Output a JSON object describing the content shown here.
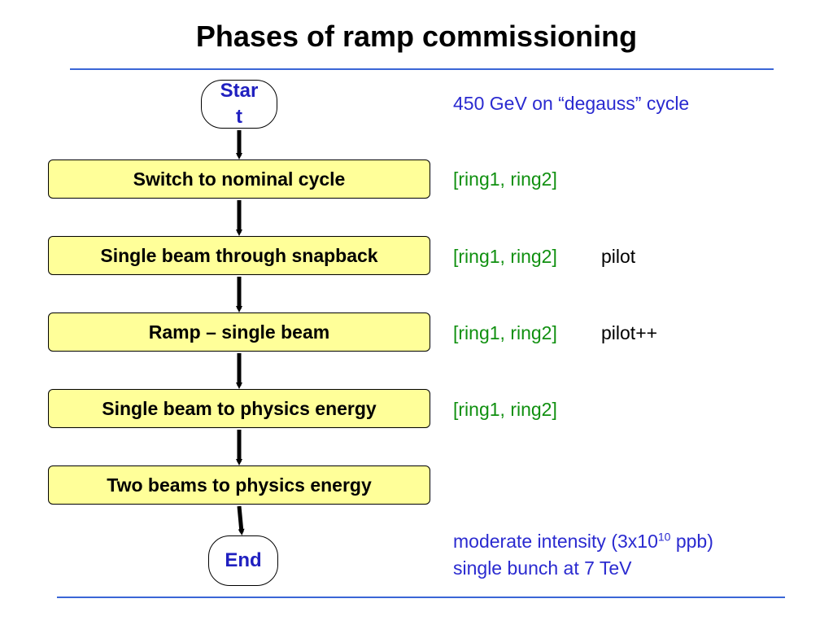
{
  "title": "Phases of ramp commissioning",
  "flow": {
    "start_label": "Start",
    "end_label": "End",
    "steps": [
      "Switch to nominal cycle",
      "Single beam through snapback",
      "Ramp – single beam",
      "Single beam to physics energy",
      "Two beams to physics energy"
    ]
  },
  "notes": {
    "start_note": "450 GeV on “degauss” cycle",
    "rings": "[ring1, ring2]",
    "pilot": "pilot",
    "pilot_pp": "pilot++",
    "end_line1_prefix": "moderate intensity (3x10",
    "end_line1_exp": "10",
    "end_line1_suffix": " ppb)",
    "end_line2": "single bunch at 7 TeV"
  },
  "colors": {
    "step_fill": "#ffff99",
    "rule": "#3a66d6",
    "note_blue": "#2a2ad0",
    "note_green": "#109010"
  }
}
